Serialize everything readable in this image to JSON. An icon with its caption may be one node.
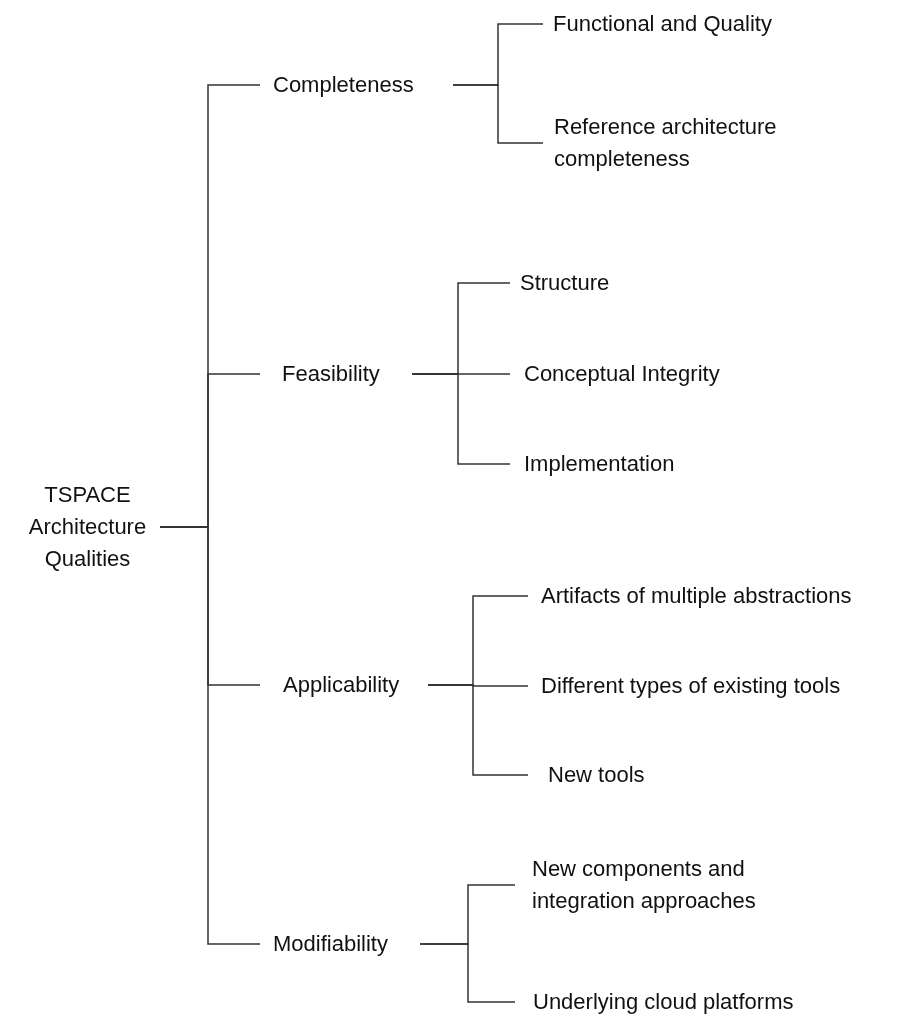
{
  "diagram": {
    "nodes": [
      {
        "text": [
          "TSPACE Architecture Qualities"
        ]
      },
      {
        "text": [
          "Completeness"
        ]
      },
      {
        "text": [
          "Functional and Quality"
        ]
      },
      {
        "text": [
          "Reference architecture completeness"
        ]
      },
      {
        "text": [
          "Feasibility"
        ]
      },
      {
        "text": [
          "Structure"
        ]
      },
      {
        "text": [
          "Conceptual Integrity"
        ]
      },
      {
        "text": [
          "Implementation"
        ]
      },
      {
        "text": [
          "Applicability"
        ]
      },
      {
        "text": [
          "Artifacts of multiple abstractions"
        ]
      },
      {
        "text": [
          "Different types of existing tools"
        ]
      },
      {
        "text": [
          "New tools"
        ]
      },
      {
        "text": [
          "Modifiability"
        ]
      },
      {
        "text": [
          "New components and integration approaches"
        ]
      },
      {
        "text": [
          "Underlying cloud platforms"
        ]
      }
    ],
    "edges": [
      {
        "from": 0,
        "to": 1,
        "arrow": "none"
      },
      {
        "from": 0,
        "to": 4,
        "arrow": "none"
      },
      {
        "from": 0,
        "to": 8,
        "arrow": "none"
      },
      {
        "from": 0,
        "to": 12,
        "arrow": "none"
      },
      {
        "from": 1,
        "to": 2,
        "arrow": "none"
      },
      {
        "from": 1,
        "to": 3,
        "arrow": "none"
      },
      {
        "from": 4,
        "to": 5,
        "arrow": "none"
      },
      {
        "from": 4,
        "to": 6,
        "arrow": "none"
      },
      {
        "from": 4,
        "to": 7,
        "arrow": "none"
      },
      {
        "from": 8,
        "to": 9,
        "arrow": "none"
      },
      {
        "from": 8,
        "to": 10,
        "arrow": "none"
      },
      {
        "from": 8,
        "to": 11,
        "arrow": "none"
      },
      {
        "from": 12,
        "to": 13,
        "arrow": "none"
      },
      {
        "from": 12,
        "to": 14,
        "arrow": "none"
      }
    ]
  }
}
